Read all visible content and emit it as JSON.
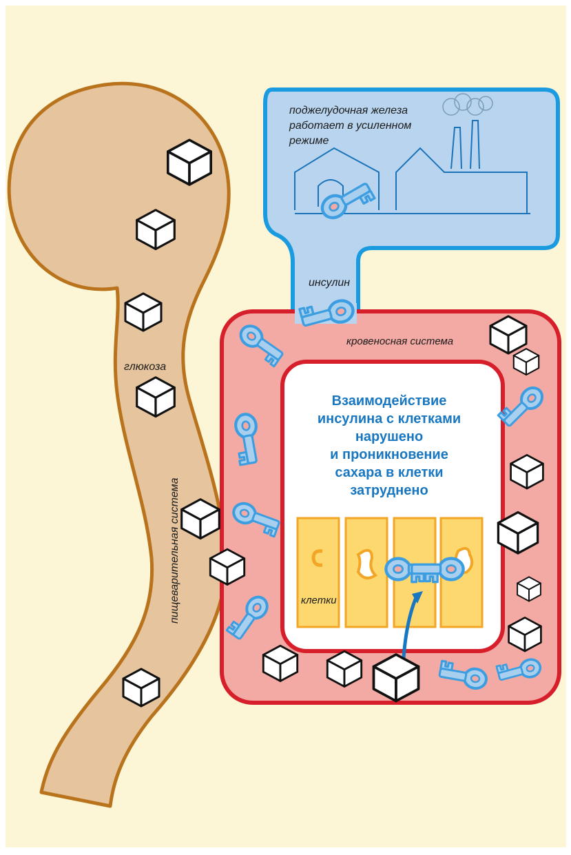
{
  "labels": {
    "pancreas_line1": "поджелудочная железа",
    "pancreas_line2": "работает в усиленном",
    "pancreas_line3": "режиме",
    "insulin": "инсулин",
    "blood_system": "кровеносная система",
    "glucose": "глюкоза",
    "digestive_system": "пищеварительная система",
    "cells": "клетки"
  },
  "message": {
    "line1": "Взаимодействие",
    "line2": "инсулина с клетками",
    "line3": "нарушено",
    "line4": "и проникновение",
    "line5": "сахара в клетки",
    "line6": "затруднено"
  },
  "colors": {
    "background": "#fdf6d6",
    "digestive_fill": "#e6c49d",
    "digestive_outline": "#b8731c",
    "pancreas_fill": "#b8d4ee",
    "pancreas_outline": "#1a9be0",
    "blood_fill": "#f3a9a4",
    "blood_outline": "#d61f2a",
    "message_text": "#1877c0",
    "cell_fill": "#fcd86e",
    "cell_outline": "#f2a626",
    "key_fill": "#a9cfee",
    "key_outline": "#3c9ee0",
    "arrow": "#1877c0"
  }
}
